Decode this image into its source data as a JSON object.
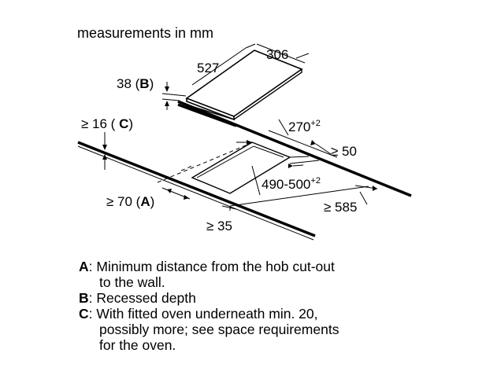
{
  "title": "measurements in mm",
  "dimensions": {
    "hob_depth": "527",
    "hob_width": "306",
    "recessed_depth_value": "38 (",
    "recessed_depth_key": "B",
    "recessed_depth_close": ")",
    "wall_gap_value": "≥ 16 ( ",
    "wall_gap_key": "C",
    "wall_gap_close": ")",
    "cutout_width": "270",
    "cutout_width_sup": "+2",
    "cutout_depth": "490-500",
    "cutout_depth_sup": "+2",
    "min_side": "≥ 50",
    "min_wall_value": "≥ 70 (",
    "min_wall_key": "A",
    "min_wall_close": ")",
    "min_front": "≥ 35",
    "min_worktop": "≥ 585"
  },
  "legend": [
    {
      "key": "A",
      "lines": [
        "Minimum distance from the hob cut-out",
        "to the wall."
      ]
    },
    {
      "key": "B",
      "lines": [
        "Recessed depth"
      ]
    },
    {
      "key": "C",
      "lines": [
        "With fitted oven underneath min. 20,",
        "possibly more; see space requirements",
        "for the oven."
      ]
    }
  ]
}
